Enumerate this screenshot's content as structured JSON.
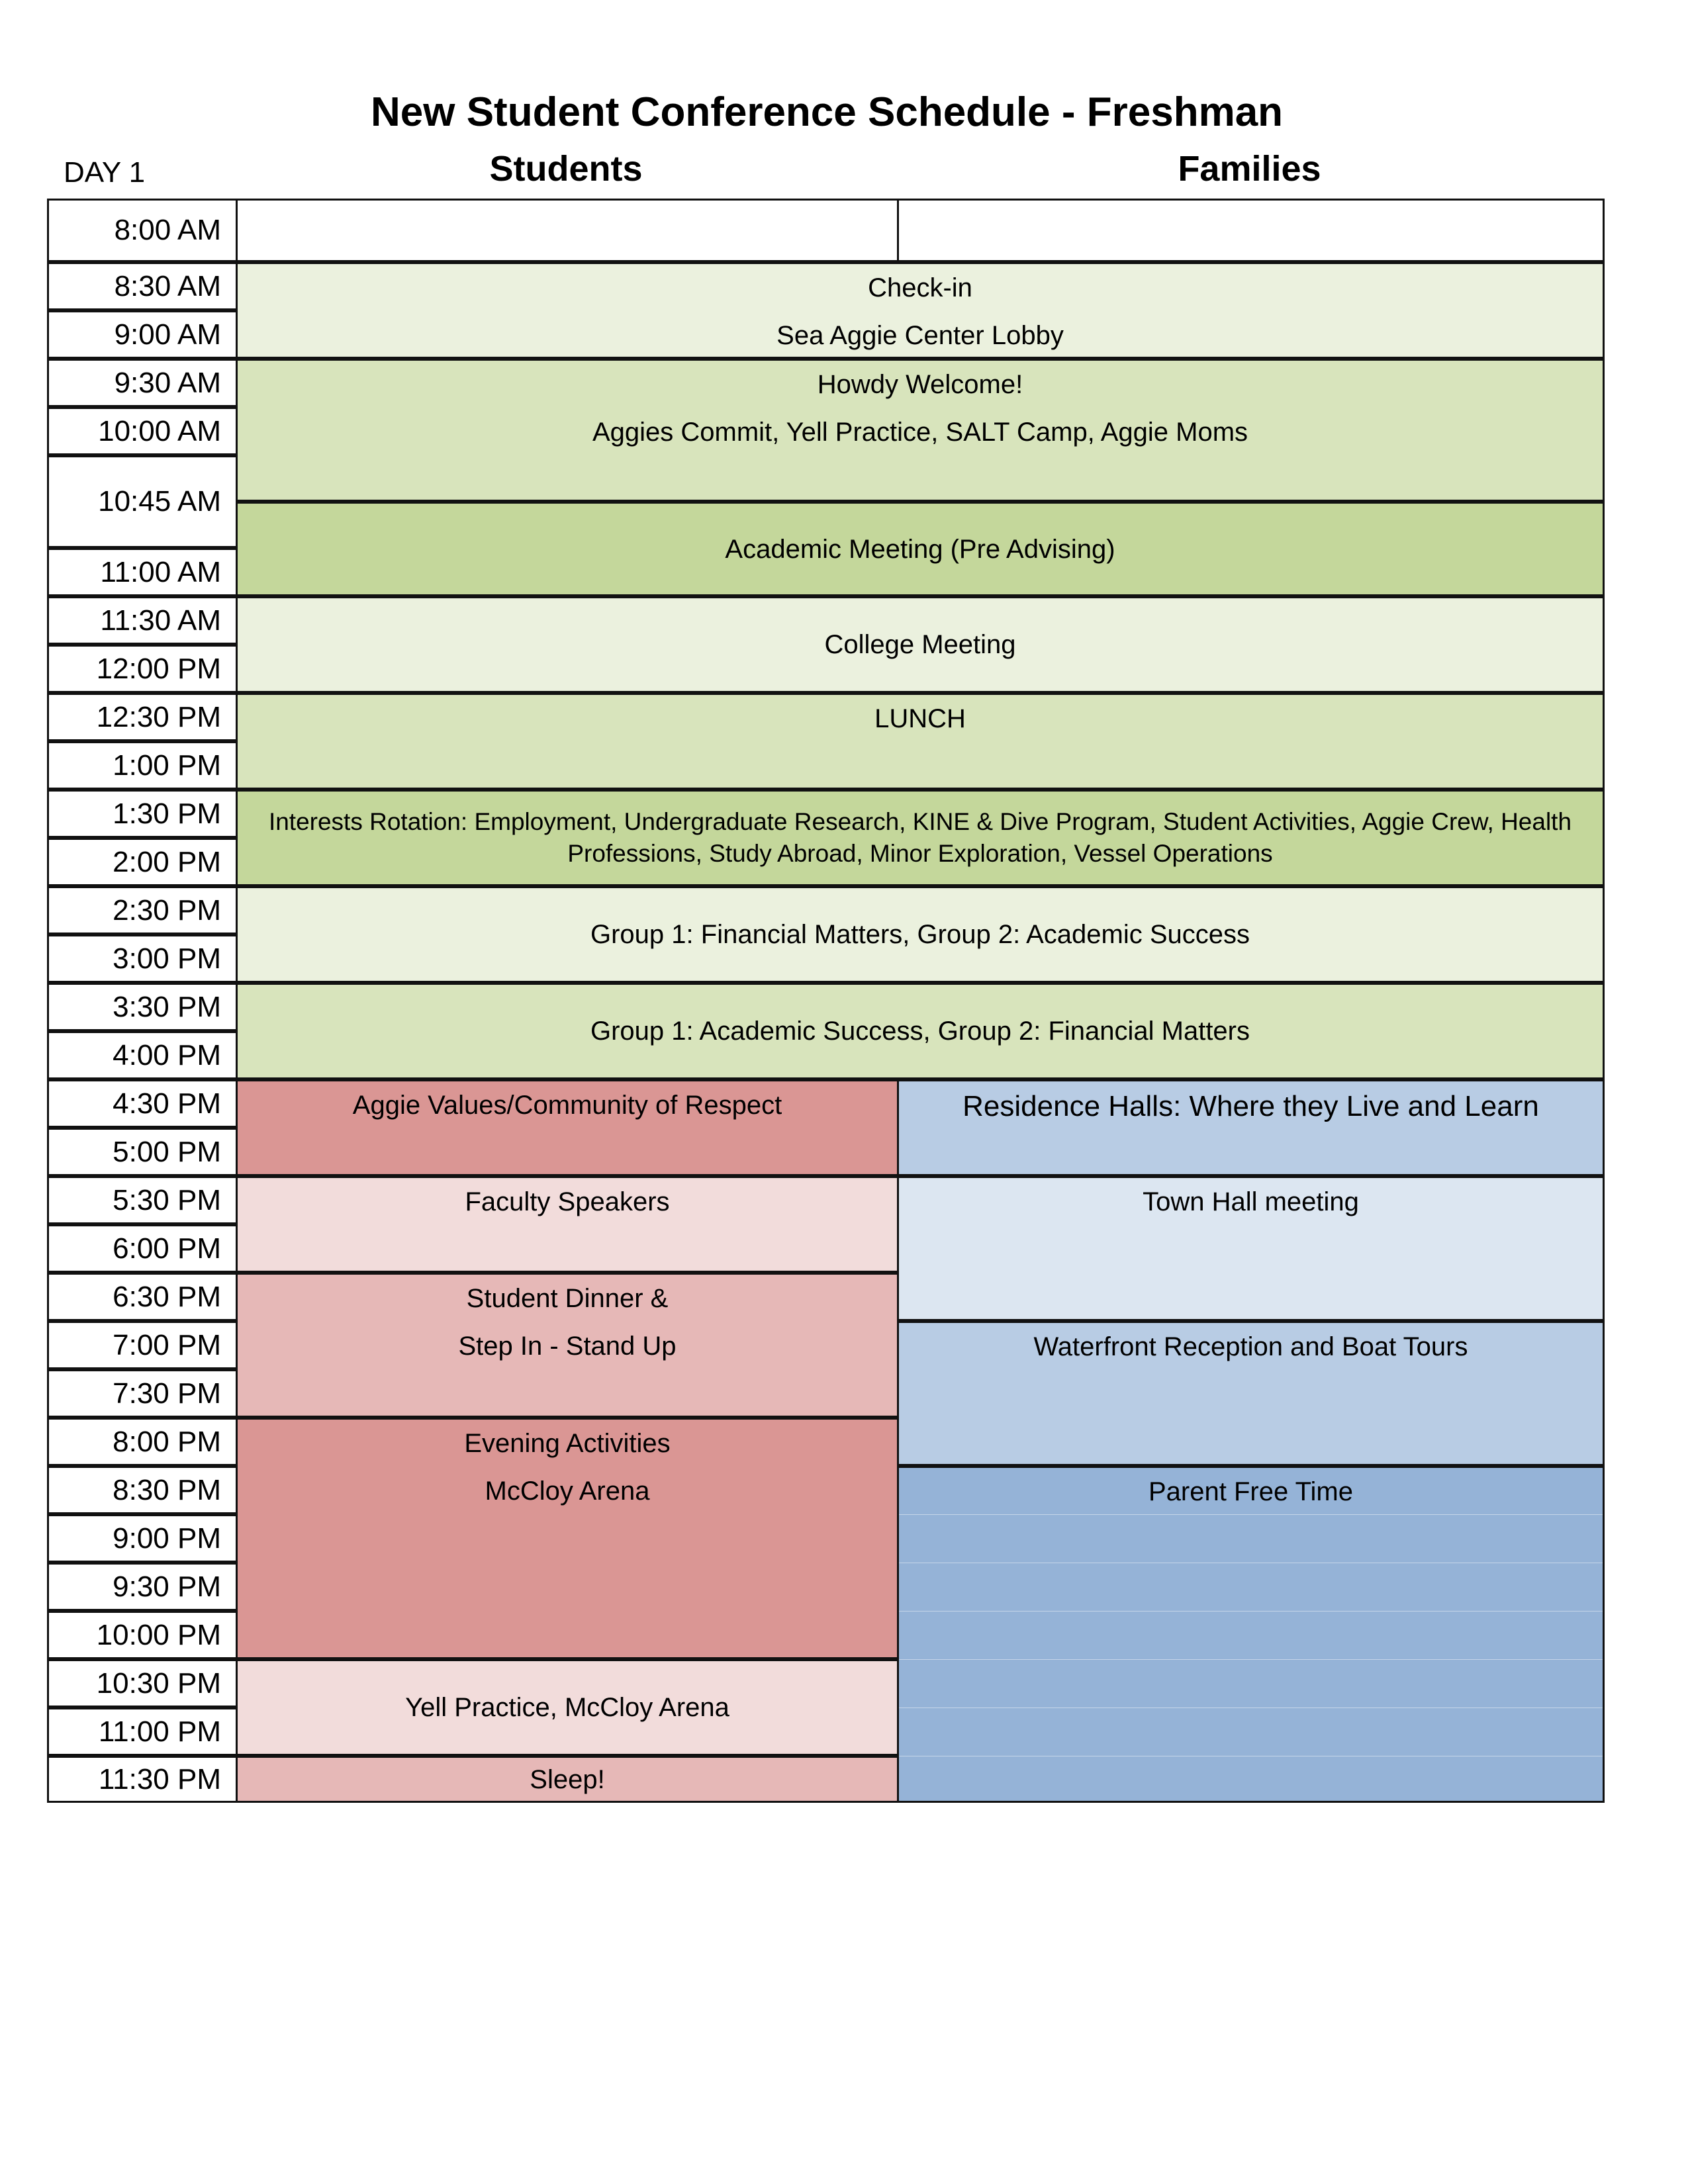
{
  "title": "New Student Conference Schedule - Freshman",
  "day_label": "DAY 1",
  "columns": {
    "students": "Students",
    "families": "Families"
  },
  "times": [
    "8:00 AM",
    "8:30 AM",
    "9:00 AM",
    "9:30 AM",
    "10:00 AM",
    "10:45 AM",
    "11:00 AM",
    "11:30 AM",
    "12:00 PM",
    "12:30 PM",
    "1:00 PM",
    "1:30 PM",
    "2:00 PM",
    "2:30 PM",
    "3:00 PM",
    "3:30 PM",
    "4:00 PM",
    "4:30 PM",
    "5:00 PM",
    "5:30 PM",
    "6:00 PM",
    "6:30 PM",
    "7:00 PM",
    "7:30 PM",
    "8:00 PM",
    "8:30 PM",
    "9:00 PM",
    "9:30 PM",
    "10:00 PM",
    "10:30 PM",
    "11:00 PM",
    "11:30 PM"
  ],
  "shared_events": {
    "checkin": {
      "line1": "Check-in",
      "line2": "Sea Aggie Center Lobby"
    },
    "welcome": {
      "line1": "Howdy Welcome!",
      "line2": "Aggies Commit, Yell Practice, SALT Camp, Aggie Moms"
    },
    "academic_meeting": "Academic Meeting (Pre Advising)",
    "college_meeting": "College Meeting",
    "lunch": "LUNCH",
    "interests": {
      "line1": "Interests Rotation: Employment, Undergraduate Research, KINE & Dive Program, Student Activities, Aggie Crew, Health",
      "line2": "Professions, Study Abroad, Minor Exploration, Vessel Operations"
    },
    "group_a": "Group 1: Financial Matters, Group 2: Academic Success",
    "group_b": "Group 1: Academic Success, Group 2: Financial Matters"
  },
  "student_events": {
    "values": "Aggie Values/Community of Respect",
    "faculty": "Faculty Speakers",
    "dinner": {
      "line1": "Student Dinner &",
      "line2": "Step In - Stand Up"
    },
    "evening": {
      "line1": "Evening Activities",
      "line2": "McCloy Arena"
    },
    "yell": "Yell Practice, McCloy Arena",
    "sleep": "Sleep!"
  },
  "family_events": {
    "residence": "Residence Halls: Where they Live and Learn",
    "town_hall": "Town Hall meeting",
    "waterfront": "Waterfront Reception and Boat Tours",
    "free_time": "Parent Free Time"
  },
  "colors": {
    "green_light": "#EBF1DE",
    "green_mid": "#D8E4BC",
    "green_dark": "#C4D79B",
    "red_dark": "#DA9694",
    "red_light": "#F2DCDB",
    "red_mid": "#E6B8B7",
    "blue_mid": "#B8CCE4",
    "blue_light": "#DCE6F1",
    "blue_dark": "#95B3D7"
  }
}
